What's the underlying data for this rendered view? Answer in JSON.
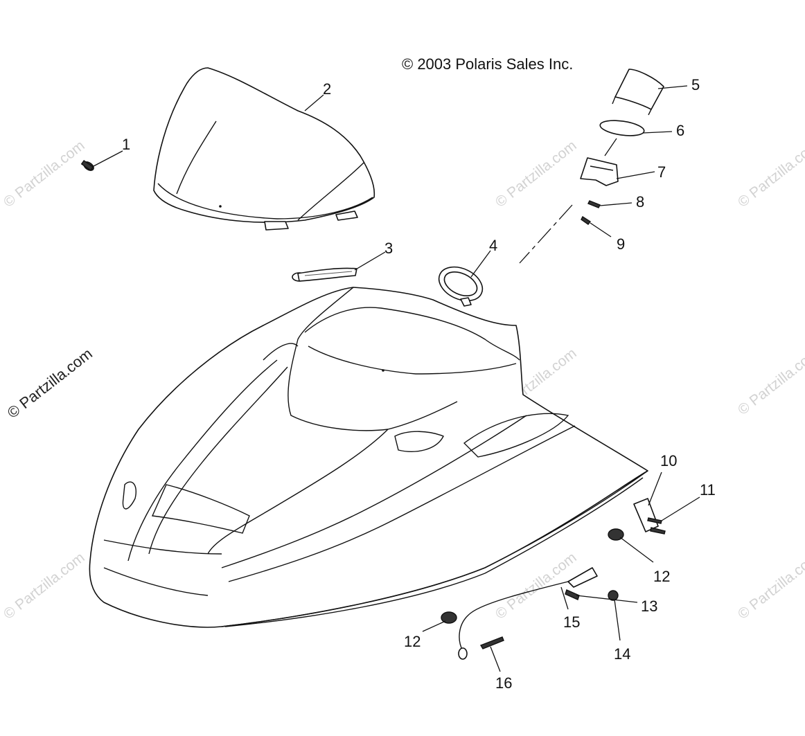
{
  "copyright": "© 2003 Polaris Sales Inc.",
  "watermark": "© Partzilla.com",
  "callouts": [
    {
      "id": "1",
      "label": "1"
    },
    {
      "id": "2",
      "label": "2"
    },
    {
      "id": "3",
      "label": "3"
    },
    {
      "id": "4",
      "label": "4"
    },
    {
      "id": "5",
      "label": "5"
    },
    {
      "id": "6",
      "label": "6"
    },
    {
      "id": "7",
      "label": "7"
    },
    {
      "id": "8",
      "label": "8"
    },
    {
      "id": "9",
      "label": "9"
    },
    {
      "id": "10",
      "label": "10"
    },
    {
      "id": "11",
      "label": "11"
    },
    {
      "id": "12a",
      "label": "12"
    },
    {
      "id": "12b",
      "label": "12"
    },
    {
      "id": "13",
      "label": "13"
    },
    {
      "id": "14",
      "label": "14"
    },
    {
      "id": "15",
      "label": "15"
    },
    {
      "id": "16",
      "label": "16"
    }
  ]
}
